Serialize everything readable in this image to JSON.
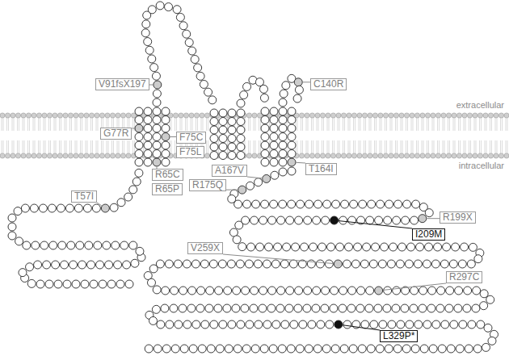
{
  "diagram": {
    "nodes": [
      {
        "text": [
          "V91fsX197"
        ]
      },
      {
        "text": [
          "C140R"
        ]
      },
      {
        "text": [
          "G77R"
        ]
      },
      {
        "text": [
          "F75C"
        ]
      },
      {
        "text": [
          "F75L"
        ]
      },
      {
        "text": [
          "T164I"
        ]
      },
      {
        "text": [
          "R65C"
        ]
      },
      {
        "text": [
          "R65P"
        ]
      },
      {
        "text": [
          "A167V"
        ]
      },
      {
        "text": [
          "R175Q"
        ]
      },
      {
        "text": [
          "T57I"
        ]
      },
      {
        "text": [
          "R199X"
        ]
      },
      {
        "text": [
          "I209M"
        ]
      },
      {
        "text": [
          "V259X"
        ]
      },
      {
        "text": [
          "R297C"
        ]
      },
      {
        "text": [
          "L329P*"
        ]
      }
    ],
    "labels": [
      "extracellular",
      "intracellular"
    ]
  }
}
